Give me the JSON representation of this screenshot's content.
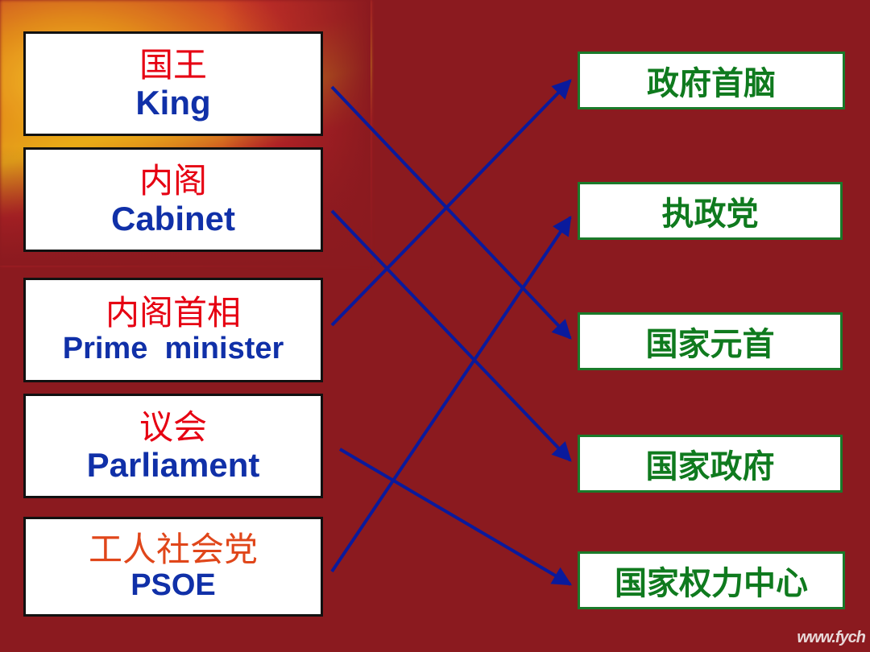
{
  "left_items": [
    {
      "cn": "国王",
      "en": "King"
    },
    {
      "cn": "内阁",
      "en": "Cabinet"
    },
    {
      "cn": "内阁首相",
      "en": "Prime  minister"
    },
    {
      "cn": "议会",
      "en": "Parliament"
    },
    {
      "cn": "工人社会党",
      "en": "PSOE"
    }
  ],
  "right_items": [
    {
      "label": "政府首脑"
    },
    {
      "label": "执政党"
    },
    {
      "label": "国家元首"
    },
    {
      "label": "国家政府"
    },
    {
      "label": "国家权力中心"
    }
  ],
  "connections": [
    {
      "from": 0,
      "to": 2
    },
    {
      "from": 1,
      "to": 3
    },
    {
      "from": 2,
      "to": 0
    },
    {
      "from": 3,
      "to": 4
    },
    {
      "from": 4,
      "to": 1
    }
  ],
  "colors": {
    "background": "#8b1a1f",
    "line": "#0a1a9c",
    "left_cn": "#e60012",
    "left_en": "#1030a8",
    "right_text": "#0f7a1e",
    "right_border": "#1a7a2a"
  },
  "watermark": "www.fych"
}
